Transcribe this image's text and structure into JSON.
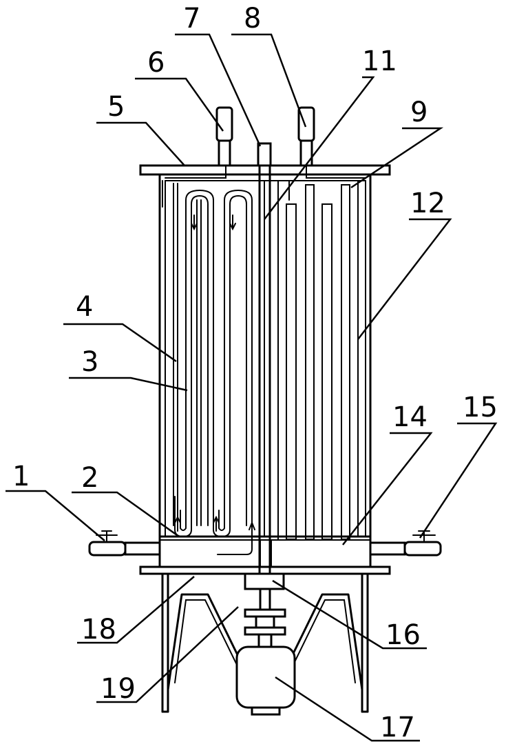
{
  "labels": [
    {
      "id": "1",
      "text": "1"
    },
    {
      "id": "2",
      "text": "2"
    },
    {
      "id": "3",
      "text": "3"
    },
    {
      "id": "4",
      "text": "4"
    },
    {
      "id": "5",
      "text": "5"
    },
    {
      "id": "6",
      "text": "6"
    },
    {
      "id": "7",
      "text": "7"
    },
    {
      "id": "8",
      "text": "8"
    },
    {
      "id": "9",
      "text": "9"
    },
    {
      "id": "11",
      "text": "11"
    },
    {
      "id": "12",
      "text": "12"
    },
    {
      "id": "14",
      "text": "14"
    },
    {
      "id": "15",
      "text": "15"
    },
    {
      "id": "16",
      "text": "16"
    },
    {
      "id": "17",
      "text": "17"
    },
    {
      "id": "18",
      "text": "18"
    },
    {
      "id": "19",
      "text": "19"
    }
  ]
}
